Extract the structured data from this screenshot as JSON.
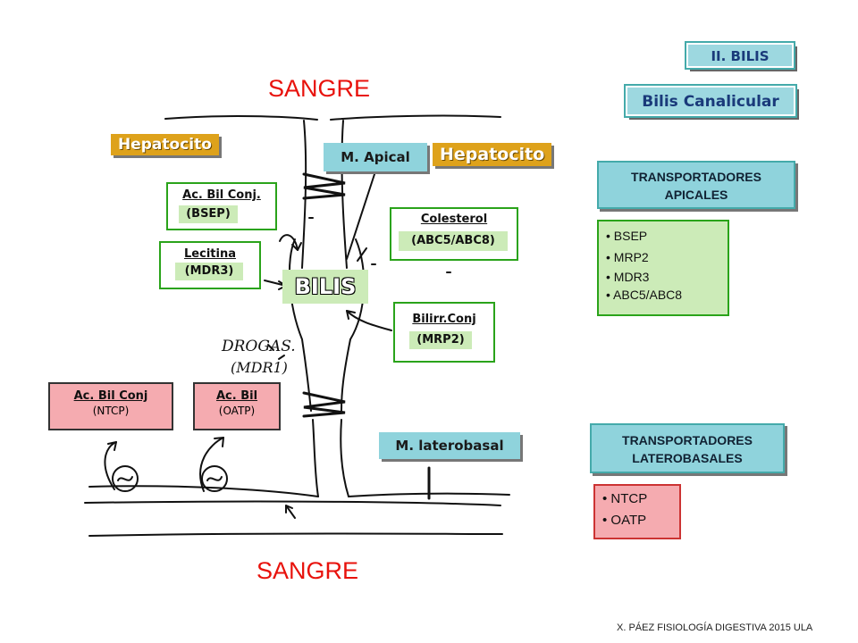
{
  "header": {
    "section": "II. BILIS",
    "subtitle": "Bilis Canalicular"
  },
  "titles": {
    "top": "SANGRE",
    "bottom": "SANGRE",
    "center": "BILIS"
  },
  "labels": {
    "hepatocito_left": "Hepatocito",
    "hepatocito_right": "Hepatocito",
    "m_apical": "M. Apical",
    "m_laterobasal": "M. laterobasal",
    "droga": "DROGAS.",
    "mdr1": "(MDR1)"
  },
  "apical_boxes": [
    {
      "name": "Ac. Bil Conj.",
      "transporter": "(BSEP)"
    },
    {
      "name": "Lecitina",
      "transporter": "(MDR3)"
    },
    {
      "name": "Colesterol",
      "transporter": "(ABC5/ABC8)"
    },
    {
      "name": "Bilirr.Conj",
      "transporter": "(MRP2)"
    }
  ],
  "basal_boxes": [
    {
      "name": "Ac. Bil Conj",
      "transporter": "(NTCP)"
    },
    {
      "name": "Ac. Bil",
      "transporter": "(OATP)"
    }
  ],
  "apical_panel": {
    "title": "TRANSPORTADORES\nAPICALES",
    "items": [
      "BSEP",
      "MRP2",
      "MDR3",
      "ABC5/ABC8"
    ]
  },
  "basal_panel": {
    "title": "TRANSPORTADORES\nLATEROBASALES",
    "items": [
      "NTCP",
      "OATP"
    ]
  },
  "footer": "X. PÁEZ  FISIOLOGÍA DIGESTIVA 2015 ULA",
  "colors": {
    "red": "#e8120c",
    "gold": "#dea21b",
    "teal": "#8fd3dc",
    "green": "#2aa31a",
    "pink": "#f5abb0"
  }
}
